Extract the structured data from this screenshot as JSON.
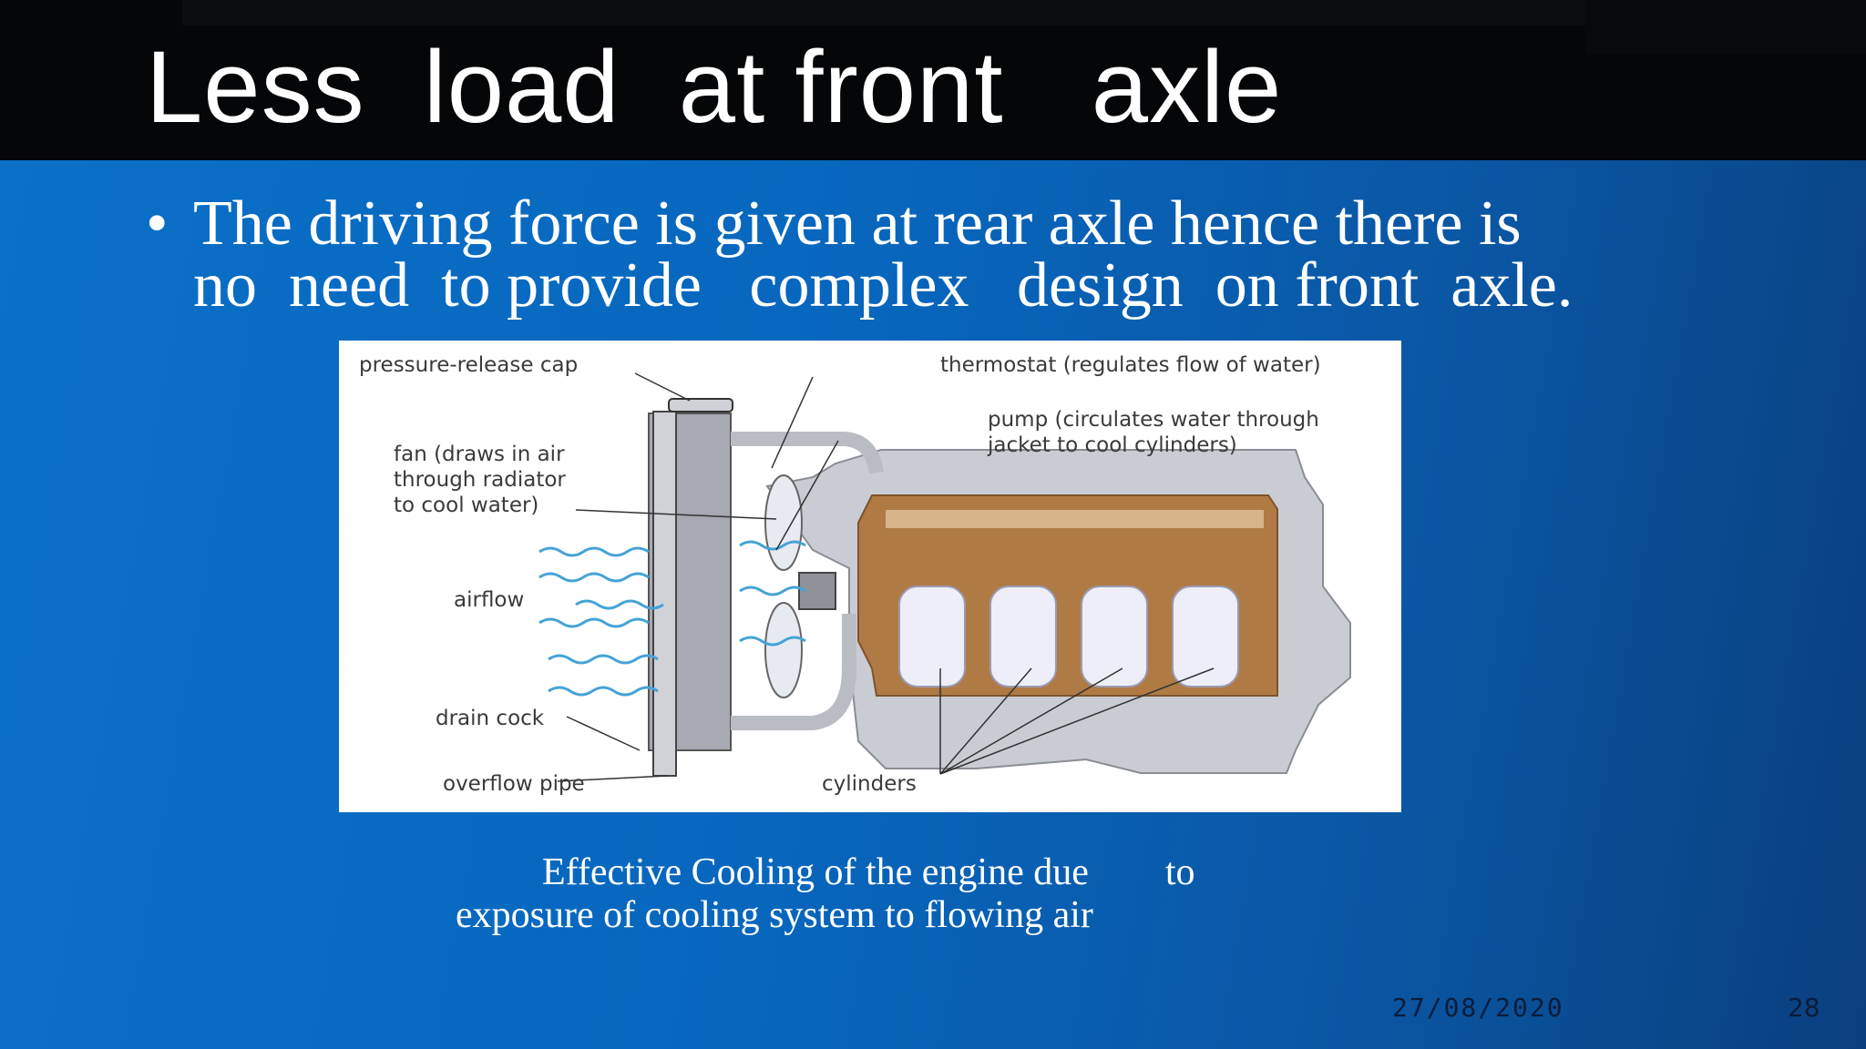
{
  "slide": {
    "title": "Less  load  at front   axle",
    "bullet_line1": "The driving force is given at rear axle hence there is",
    "bullet_line2": "no  need  to provide   complex   design  on front  axle.",
    "bullet_symbol": "•",
    "caption_line1": "Effective Cooling of the engine due        to",
    "caption_line2": "exposure of cooling system to flowing air",
    "date": "27/08/2020",
    "page_number": "28"
  },
  "figure": {
    "labels": {
      "pressure_cap": "pressure-release cap",
      "thermostat": "thermostat (regulates flow of water)",
      "pump_line1": "pump (circulates water through",
      "pump_line2": "jacket to cool cylinders)",
      "fan_line1": "fan (draws in air",
      "fan_line2": "through radiator",
      "fan_line3": "to cool water)",
      "airflow": "airflow",
      "drain_cock": "drain cock",
      "overflow_pipe": "overflow pipe",
      "cylinders": "cylinders"
    }
  },
  "colors": {
    "background_blue": "#0866bd",
    "title_bar": "#040608",
    "text": "#ffffff",
    "footer_text": "#0b1c3a",
    "engine_gray": "#c9ccd2",
    "water_jacket": "#b07a45",
    "airflow_blue": "#45a3d6"
  }
}
